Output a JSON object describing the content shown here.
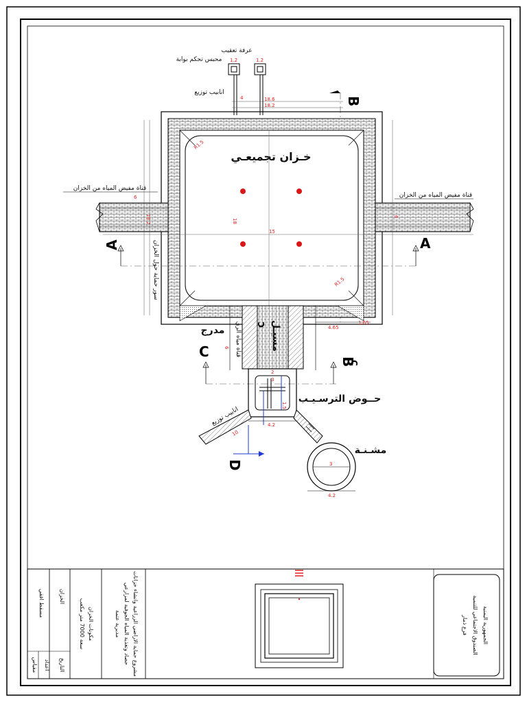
{
  "plan": {
    "tank_title": "خـزان تجميعـي",
    "outlet_channel_label_left": "قناة مفيض المياه من الخزان",
    "outlet_channel_label_right": "قناة مفيض المياه من الخزان",
    "sedimentation_basin_label": "حــوض الترسـيـب",
    "screen_label": "مشـنـة",
    "staircase_label": "مدرج",
    "spillway_label": "مسيـل",
    "distribution_pipes_label": "انابيب توزيع",
    "valve_box_label": "محبس تحكم بوابة",
    "float_room_label": "عرفة تعقيب",
    "inlet_channel_label": "قناة مياه الري",
    "left_vertical_note": "سور حماية حول الخزان",
    "section_marks": {
      "A": "A",
      "B": "B",
      "C": "C",
      "D": "D"
    },
    "dimensions": {
      "d_18_6": "18.6",
      "d_18_2": "18.2",
      "d_15": "15",
      "d_18": "18",
      "d_1_5_a": "R1.5",
      "d_1_5_b": "R1.5",
      "d_6_left": "6",
      "d_6_right": "6",
      "d_18_2_v": "18.2",
      "d_4_65": "4.65",
      "d_1_65": "1.65",
      "d_1_2_a": "1.2",
      "d_1_2_b": "1.2",
      "d_4": "4",
      "d_3": "3",
      "d_2": "2",
      "d_1_5": "1.5",
      "d_4_2": "4.2",
      "d_10": "10",
      "d_3_circ": "3",
      "d_4_2_circ": "4.2",
      "d_6_mid": "6"
    }
  },
  "title_block": {
    "org_line1": "الجمهورية اليمنية",
    "org_line2": "الصندوق الاجتماعي للتنمية",
    "org_line3": "فرع ذمار",
    "project_line1": "مشروع حماية الاراضي الزراعية وانشاء خزانات",
    "project_line2": "حصاد وتغذية المياه الجوفية لمزارعي",
    "project_line3": "مديرية عتمة",
    "drawing_line1": "مكونات الخزان",
    "drawing_line2": "سعة 7000 متر مكعب",
    "sheet_title": "الخزان",
    "sheet_sub": "مسقط افقي",
    "revision_label": "اعداد",
    "date_label": "التاريخ",
    "scale_label": "مقياس"
  }
}
